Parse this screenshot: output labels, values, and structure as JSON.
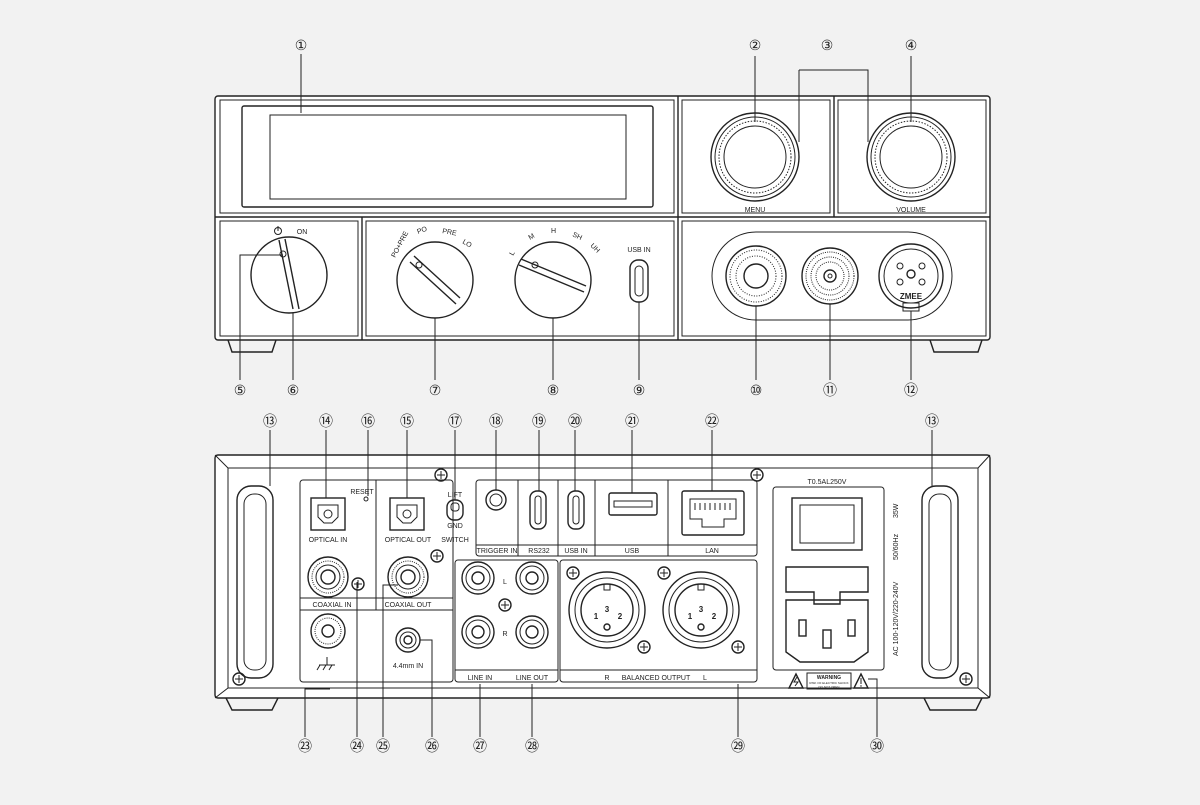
{
  "front": {
    "knob_labels": {
      "menu": "MENU",
      "volume": "VOLUME"
    },
    "power": {
      "on": "ON"
    },
    "output_selector": [
      "PO+PRE",
      "PO",
      "PRE",
      "LO"
    ],
    "gain_selector": [
      "L",
      "M",
      "H",
      "SH",
      "UH"
    ],
    "usb_label": "USB IN",
    "logo": "ZMEE"
  },
  "rear": {
    "reset": "RESET",
    "optical_in": "OPTICAL IN",
    "optical_out": "OPTICAL OUT",
    "switch_lift": "LIFT",
    "switch_gnd": "GND",
    "switch": "SWITCH",
    "coaxial_in": "COAXIAL IN",
    "coaxial_out": "COAXIAL OUT",
    "trigger_in": "TRIGGER IN",
    "rs232": "RS232",
    "usb_in": "USB IN",
    "usb": "USB",
    "lan": "LAN",
    "line_l": "L",
    "line_r": "R",
    "line_in": "LINE IN",
    "line_out": "LINE OUT",
    "balanced_r": "R",
    "balanced_output": "BALANCED OUTPUT",
    "balanced_l": "L",
    "xlr_1": "1",
    "xlr_2": "2",
    "xlr_3": "3",
    "mm_in": "4.4mm IN",
    "fuse": "T0.5AL250V",
    "power_rating_1": "AC 100-120V/220-240V",
    "power_rating_2": "50/60Hz",
    "power_rating_3": "35W",
    "warning": "WARNING",
    "warning_sub1": "RISK OF ELECTRIC SHOCK",
    "warning_sub2": "DO NOT OPEN"
  },
  "callouts": [
    "①",
    "②",
    "③",
    "④",
    "⑤",
    "⑥",
    "⑦",
    "⑧",
    "⑨",
    "⑩",
    "⑪",
    "⑫",
    "⑬",
    "⑭",
    "⑮",
    "⑯",
    "⑰",
    "⑱",
    "⑲",
    "⑳",
    "㉑",
    "㉒",
    "㉓",
    "㉔",
    "㉕",
    "㉖",
    "㉗",
    "㉘",
    "㉙",
    "㉚"
  ]
}
